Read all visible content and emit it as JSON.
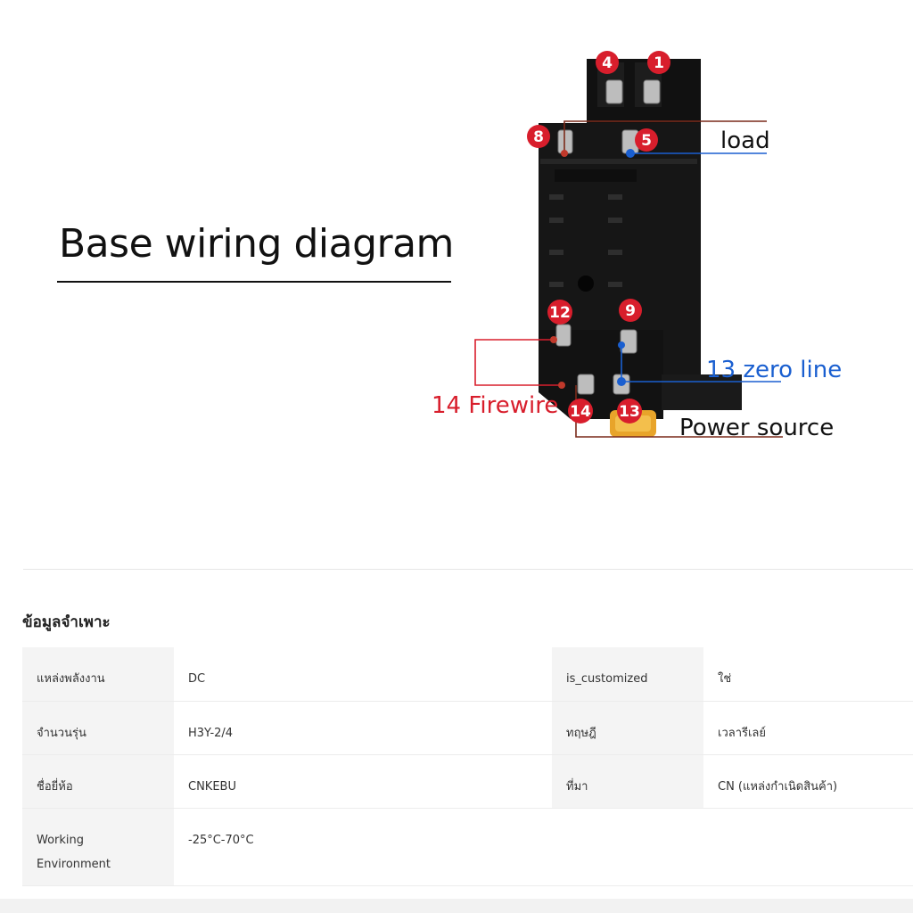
{
  "hero": {
    "title": "Base wiring diagram",
    "labels": {
      "load": "load",
      "zero_line": "13 zero line",
      "firewire": "14 Firewire",
      "power_source": "Power source"
    },
    "terminals": [
      "4",
      "1",
      "8",
      "5",
      "12",
      "9",
      "14",
      "13"
    ],
    "colors": {
      "red": "#d81e2c",
      "blue": "#1a5fd0",
      "wire_dark": "#7a2a1a"
    }
  },
  "spec": {
    "title": "ข้อมูลจำเพาะ",
    "rows": [
      {
        "k1": "แหล่งพลังงาน",
        "v1": "DC",
        "k2": "is_customized",
        "v2": "ใช่"
      },
      {
        "k1": "จำนวนรุ่น",
        "v1": "H3Y-2/4",
        "k2": "ทฤษฎี",
        "v2": "เวลารีเลย์"
      },
      {
        "k1": "ชื่อยี่ห้อ",
        "v1": "CNKEBU",
        "k2": "ที่มา",
        "v2": "CN (แหล่งกำเนิดสินค้า)"
      },
      {
        "k1": "Working Environment",
        "v1": "-25°C-70°C",
        "k2": "",
        "v2": ""
      }
    ]
  }
}
